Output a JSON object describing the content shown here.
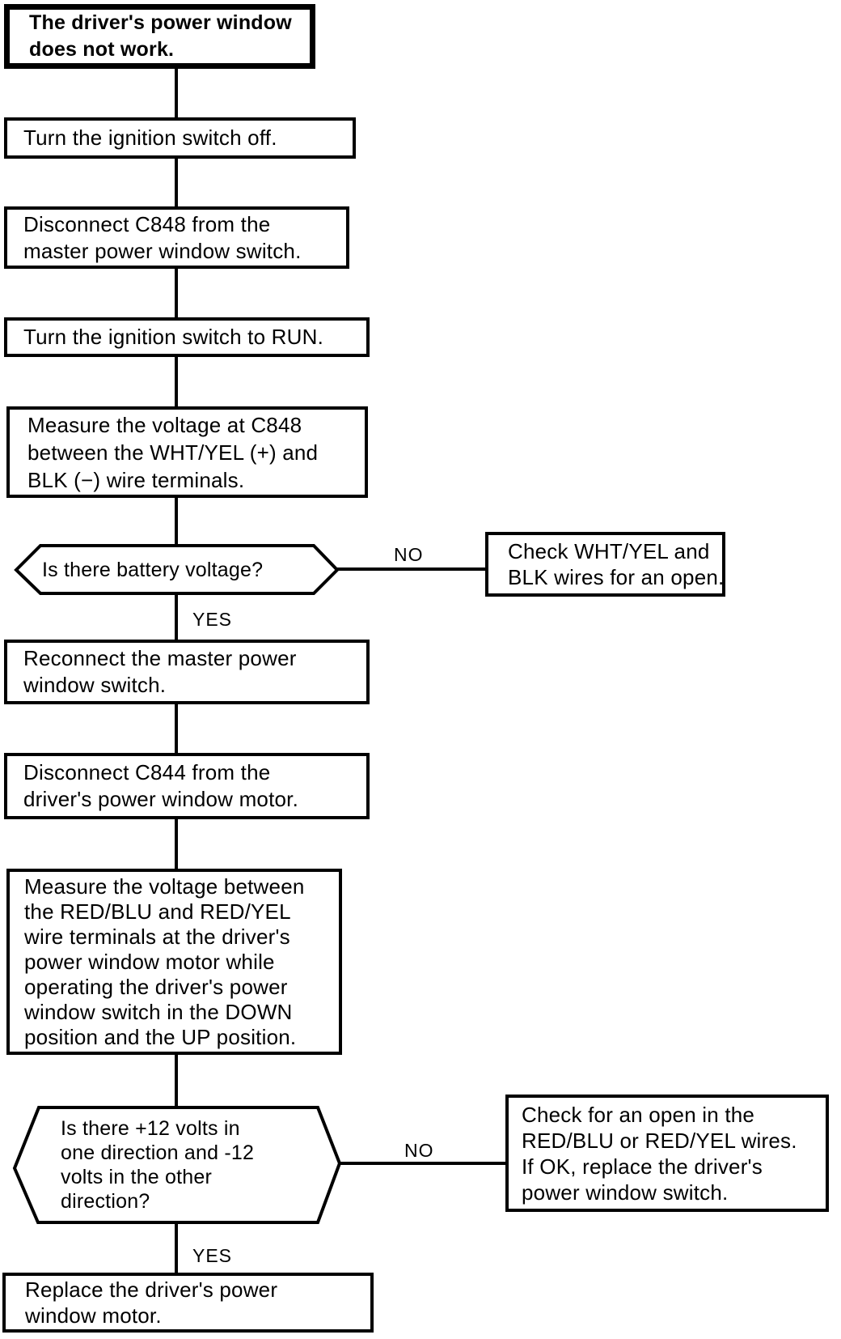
{
  "flowchart": {
    "nodes": {
      "start": {
        "lines": [
          "The driver's power window",
          "does not work."
        ]
      },
      "step1": {
        "lines": [
          "Turn the ignition switch off."
        ]
      },
      "step2": {
        "lines": [
          "Disconnect C848 from the",
          "master power window switch."
        ]
      },
      "step3": {
        "lines": [
          "Turn the ignition switch to RUN."
        ]
      },
      "step4": {
        "lines": [
          "Measure the voltage at C848",
          "between the WHT/YEL (+) and",
          "BLK (−) wire terminals."
        ]
      },
      "decision1": {
        "lines": [
          "Is there battery voltage?"
        ]
      },
      "action_no1": {
        "lines": [
          "Check WHT/YEL and",
          "BLK wires for an open."
        ]
      },
      "step5": {
        "lines": [
          "Reconnect the master power",
          "window switch."
        ]
      },
      "step6": {
        "lines": [
          "Disconnect C844 from the",
          "driver's power window motor."
        ]
      },
      "step7": {
        "lines": [
          "Measure the voltage between",
          "the RED/BLU and RED/YEL",
          "wire terminals at the driver's",
          "power window motor while",
          "operating the driver's power",
          "window switch in the DOWN",
          "position and the UP position."
        ]
      },
      "decision2": {
        "lines": [
          "Is there +12 volts in",
          "one direction and -12",
          "volts in the other",
          "direction?"
        ]
      },
      "action_no2": {
        "lines": [
          "Check for an open in the",
          "RED/BLU or RED/YEL wires.",
          "If OK, replace the driver's",
          "power window switch."
        ]
      },
      "end": {
        "lines": [
          "Replace the driver's power",
          "window motor."
        ]
      }
    },
    "branch_labels": {
      "yes": "YES",
      "no": "NO"
    },
    "line_color": "#000000",
    "background_color": "#ffffff"
  }
}
